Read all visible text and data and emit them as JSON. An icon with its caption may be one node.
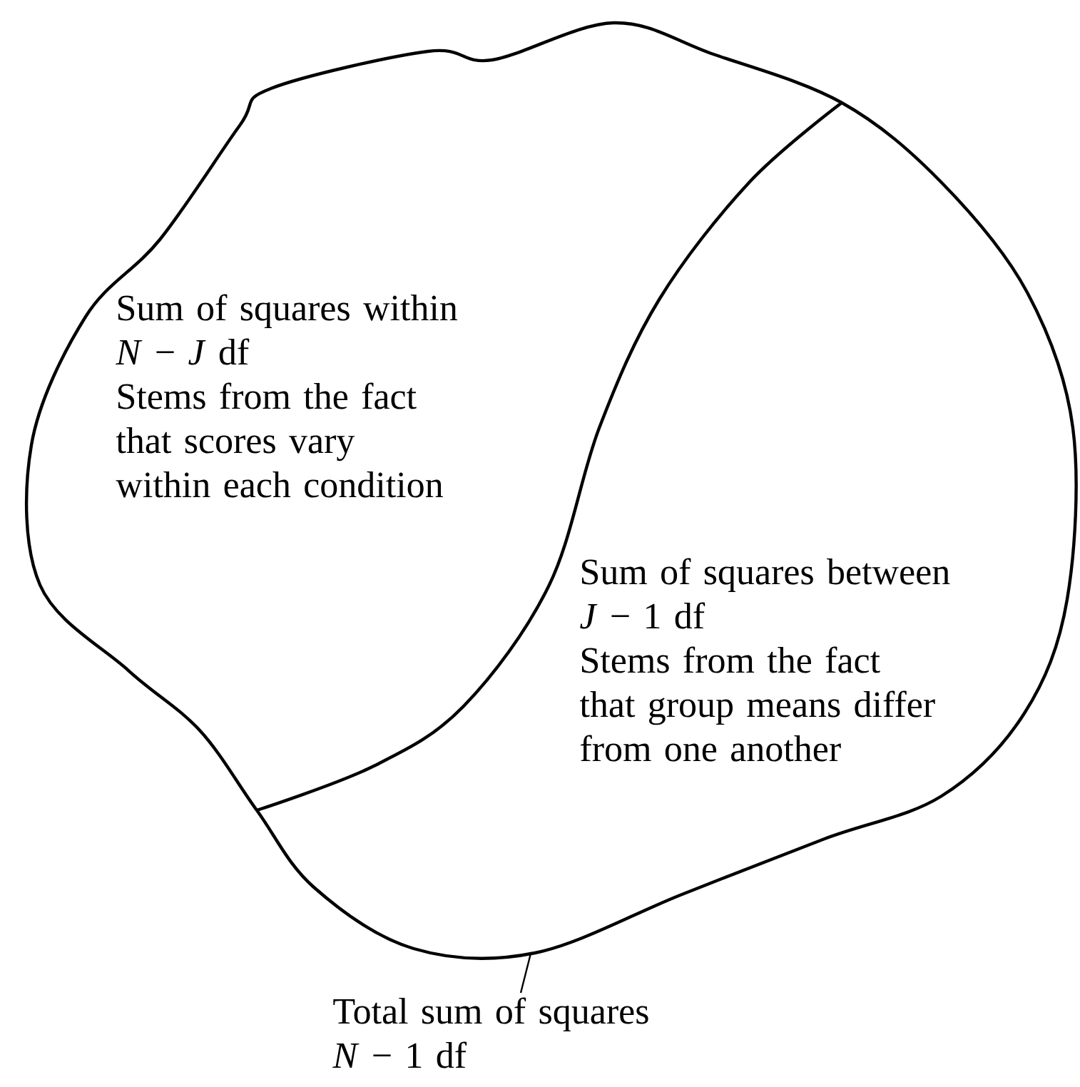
{
  "diagram": {
    "nodes": [
      {
        "text": [],
        "shape": "cloud"
      },
      {
        "text": [
          "Sum of squares within",
          "*N* − *J* df",
          "Stems from the fact that scores vary within each condition"
        ],
        "in": 0
      },
      {
        "text": [
          "Sum of squares between",
          "*J* − 1 df",
          "Stems from the fact that group means differ from one another"
        ],
        "in": 0
      },
      {
        "text": [
          "Total sum of squares",
          "*N* − 1 df"
        ]
      }
    ],
    "edges": [
      {
        "from": 3,
        "to": 0,
        "arrow": "none"
      }
    ]
  }
}
